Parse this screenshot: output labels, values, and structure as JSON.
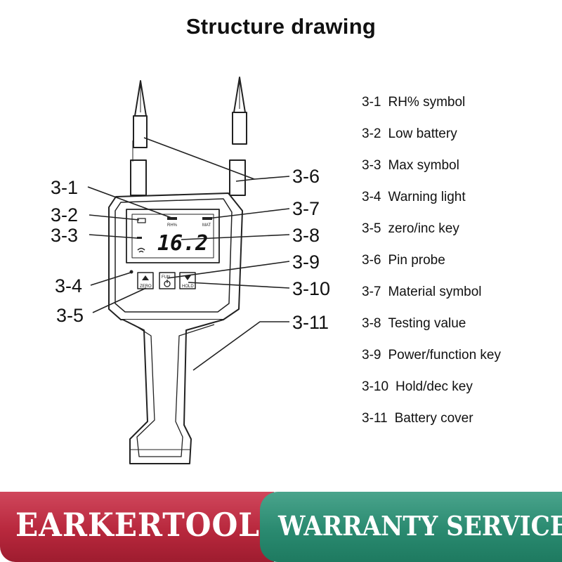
{
  "title": "Structure drawing",
  "device": {
    "display_value": "16.2",
    "buttons": [
      {
        "name": "zero-button",
        "label": "ZERO",
        "icon": "up-arrow-icon"
      },
      {
        "name": "fun-button",
        "label": "FUN",
        "icon": "power-icon"
      },
      {
        "name": "hold-button",
        "label": "HOLD",
        "icon": "down-arrow-icon"
      }
    ]
  },
  "callouts": [
    "3-1",
    "3-2",
    "3-3",
    "3-4",
    "3-5",
    "3-6",
    "3-7",
    "3-8",
    "3-9",
    "3-10",
    "3-11"
  ],
  "legend": [
    {
      "code": "3-1",
      "label": "RH% symbol"
    },
    {
      "code": "3-2",
      "label": "Low battery"
    },
    {
      "code": "3-3",
      "label": "Max symbol"
    },
    {
      "code": "3-4",
      "label": "Warning light"
    },
    {
      "code": "3-5",
      "label": "zero/inc key"
    },
    {
      "code": "3-6",
      "label": "Pin probe"
    },
    {
      "code": "3-7",
      "label": "Material symbol"
    },
    {
      "code": "3-8",
      "label": "Testing value"
    },
    {
      "code": "3-9",
      "label": "Power/function key"
    },
    {
      "code": "3-10",
      "label": "Hold/dec key"
    },
    {
      "code": "3-11",
      "label": "Battery cover"
    }
  ],
  "footer": {
    "brand": "EARKERTOOL",
    "service": "WARRANTY SERVICE",
    "brand_color": "#b8283d",
    "service_color": "#2a8a70"
  }
}
